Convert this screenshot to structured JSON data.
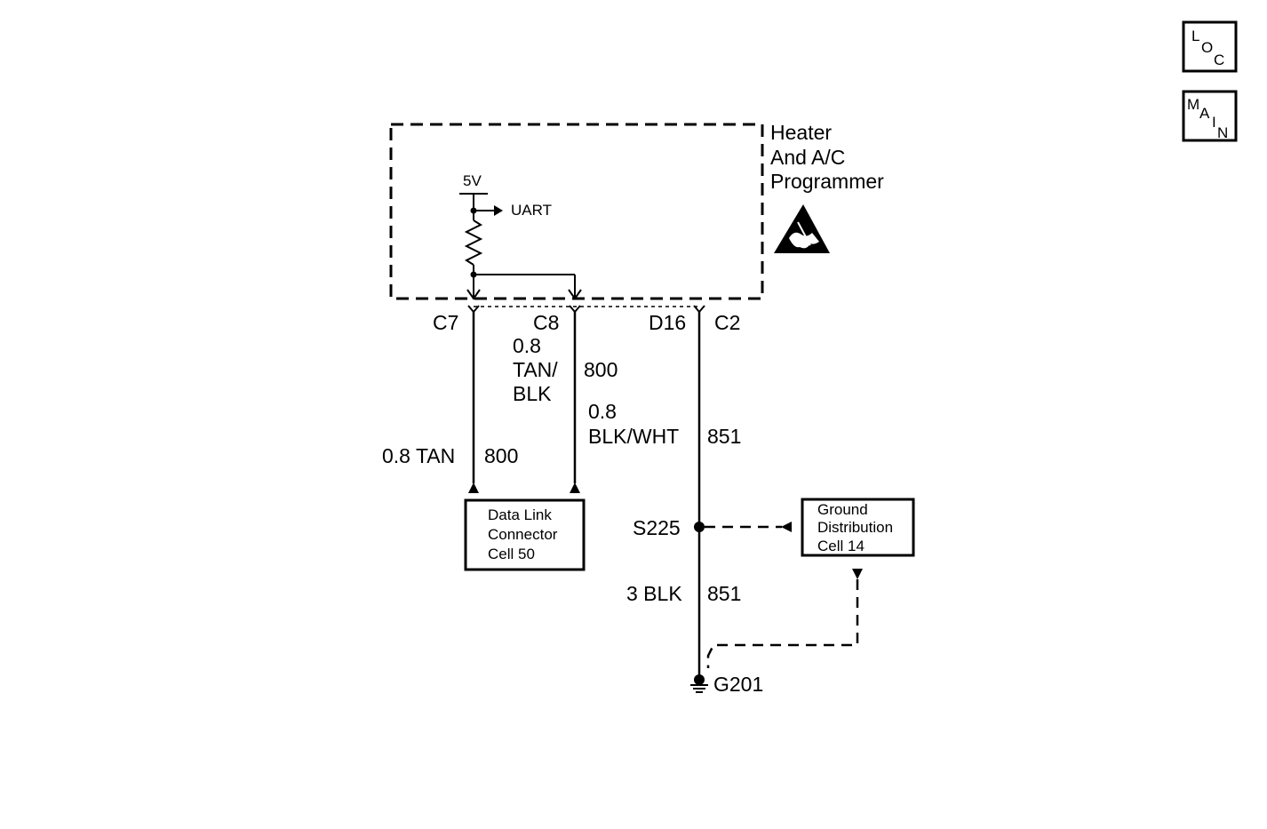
{
  "nav": {
    "loc": {
      "l1": "L",
      "l2": "O",
      "l3": "C"
    },
    "main": {
      "l1": "M",
      "l2": "A",
      "l3": "I",
      "l4": "N"
    }
  },
  "module": {
    "name_line1": "Heater",
    "name_line2": "And A/C",
    "name_line3": "Programmer",
    "supply": "5V",
    "uart": "UART",
    "esd_icon": "esd-warning-icon"
  },
  "pins": {
    "c7": "C7",
    "c8": "C8",
    "d16": "D16",
    "c2": "C2"
  },
  "wires": {
    "c8_size": "0.8",
    "c8_color_line1": "TAN/",
    "c8_color_line2": "BLK",
    "c8_circuit": "800",
    "c7_size_color": "0.8 TAN",
    "c7_circuit": "800",
    "d16_size": "0.8",
    "d16_color": "BLK/WHT",
    "d16_circuit": "851",
    "ground_size_color": "3 BLK",
    "ground_circuit": "851"
  },
  "dlc_box": {
    "line1": "Data Link",
    "line2": "Connector",
    "line3": "Cell 50"
  },
  "gd_box": {
    "line1": "Ground",
    "line2": "Distribution",
    "line3": "Cell 14"
  },
  "splice": "S225",
  "ground": "G201"
}
